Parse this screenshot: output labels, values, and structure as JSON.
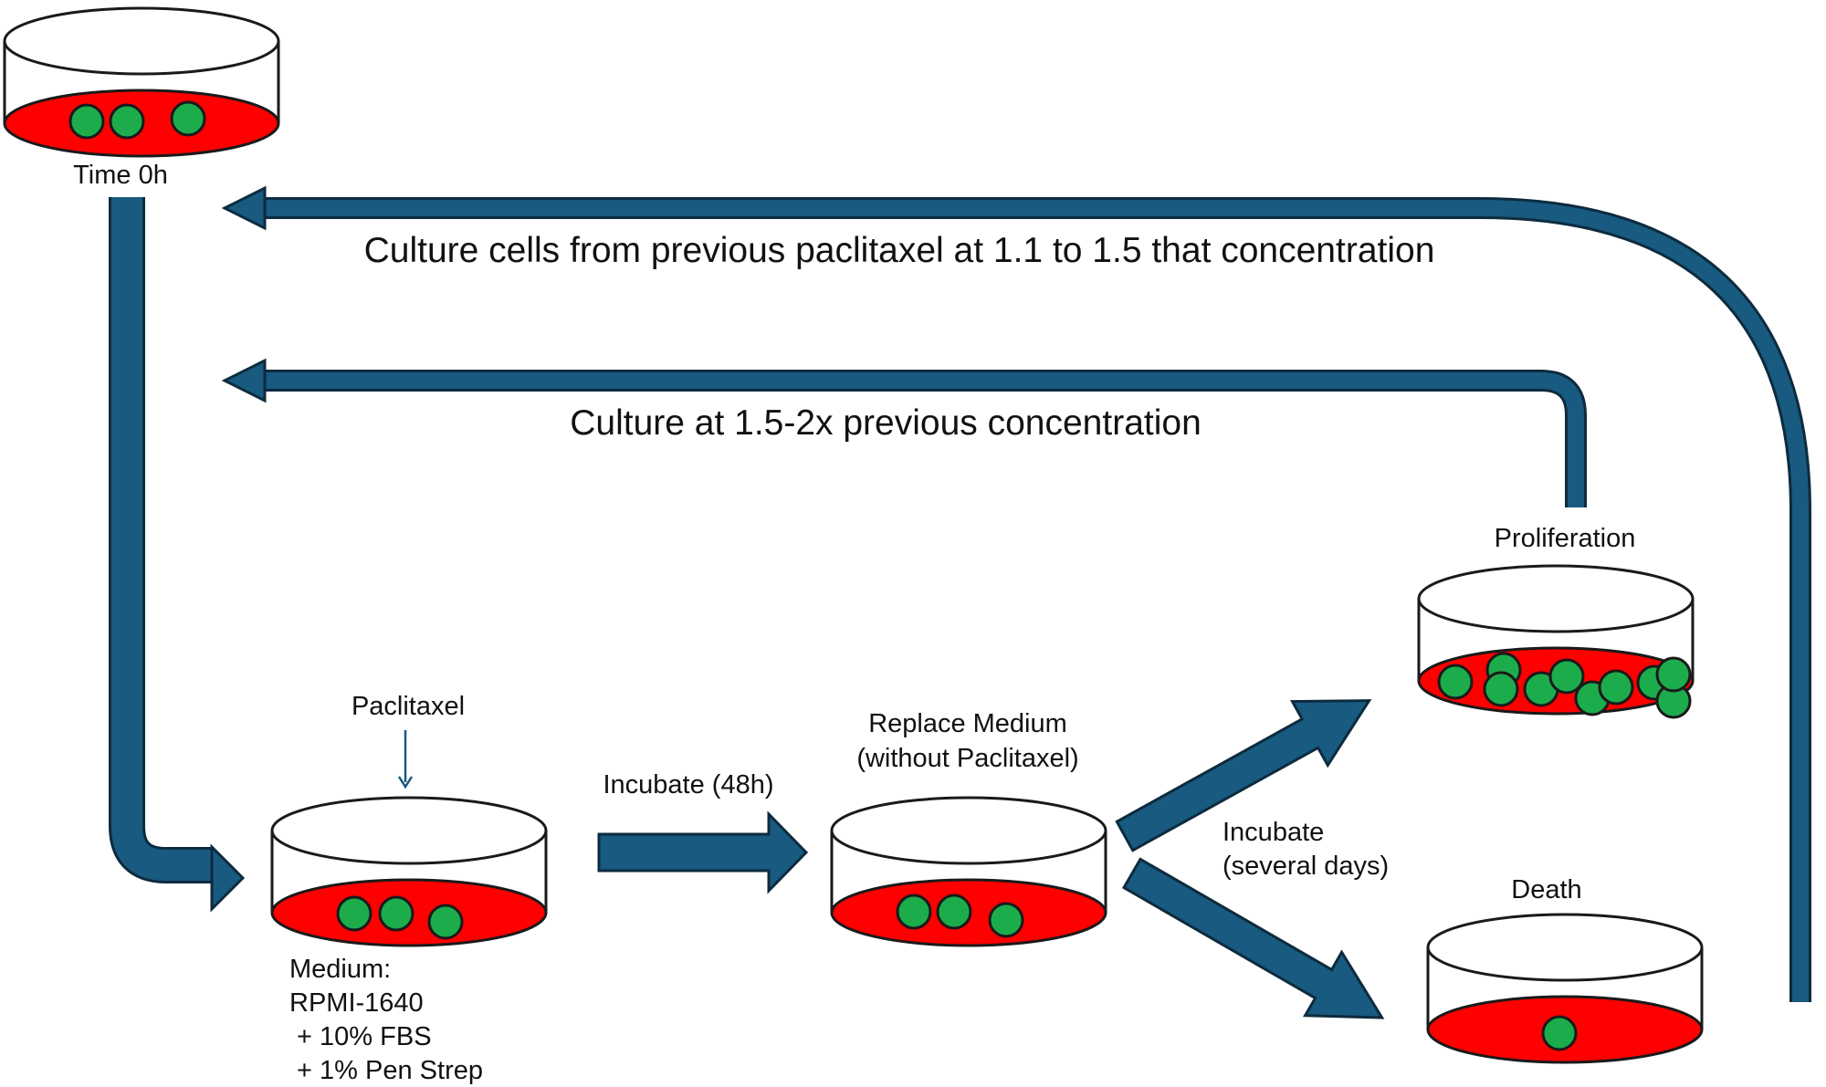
{
  "colors": {
    "arrow_fill": "#185a80",
    "arrow_outline": "#0d2b3e",
    "medium": "#ff0000",
    "cell": "#1cac4c",
    "text": "#111111"
  },
  "dishes": {
    "start": {
      "caption": "Time 0h",
      "cell_count": 3
    },
    "treatment": {
      "top_label": "Paclitaxel",
      "cell_count": 3
    },
    "replace": {
      "caption_line1": "Replace Medium",
      "caption_line2": "(without Paclitaxel)",
      "cell_count": 3
    },
    "proliferation": {
      "caption": "Proliferation",
      "cell_count": 10
    },
    "death": {
      "caption": "Death",
      "cell_count": 1
    }
  },
  "medium": {
    "line1": "Medium:",
    "line2": "RPMI-1640",
    "line3": " + 10% FBS",
    "line4": " + 1% Pen Strep"
  },
  "steps": {
    "incubate_48h": "Incubate (48h)",
    "incubate_days_line1": "Incubate",
    "incubate_days_line2": "(several days)"
  },
  "loops": {
    "outer": "Culture cells from previous paclitaxel at 1.1 to 1.5 that concentration",
    "inner": "Culture at 1.5-2x previous concentration"
  }
}
